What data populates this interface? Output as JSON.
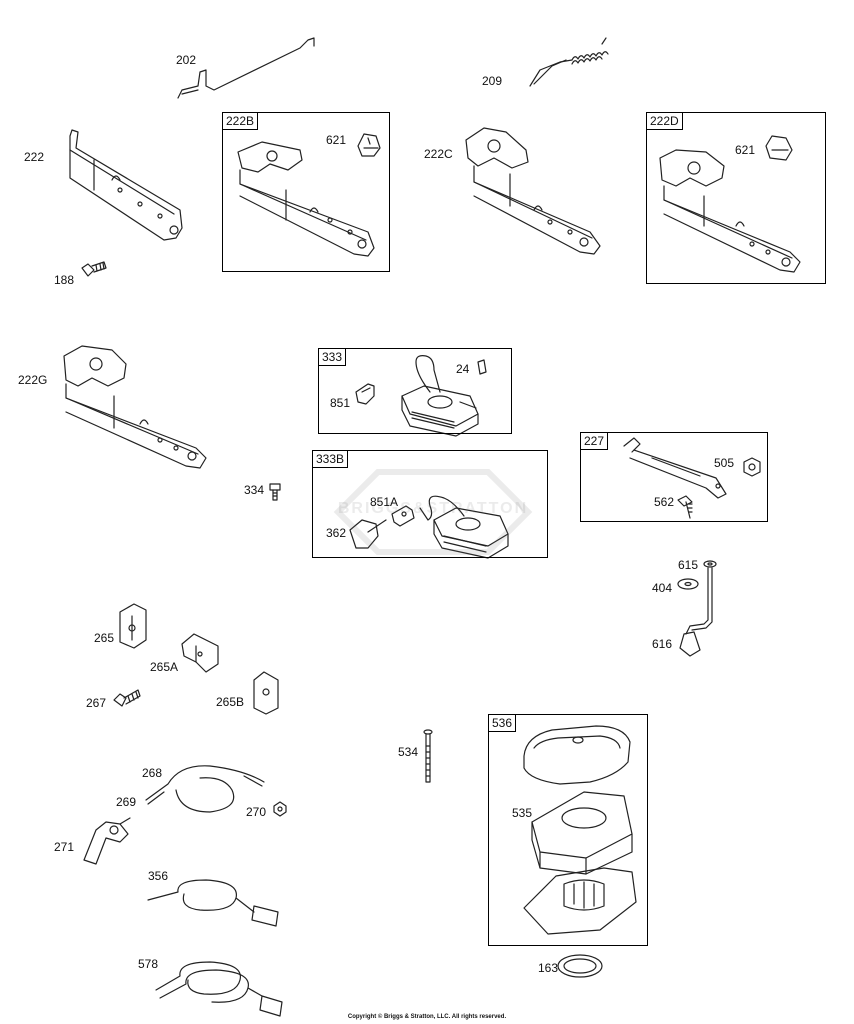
{
  "groups": {
    "g222B": "222B",
    "g222D": "222D",
    "g333": "333",
    "g333B": "333B",
    "g227": "227",
    "g536": "536"
  },
  "parts": {
    "p202": "202",
    "p209": "209",
    "p222": "222",
    "p621a": "621",
    "p222C": "222C",
    "p621b": "621",
    "p188": "188",
    "p222G": "222G",
    "p24": "24",
    "p851": "851",
    "p334": "334",
    "p851A": "851A",
    "p362": "362",
    "p505": "505",
    "p562": "562",
    "p615": "615",
    "p404": "404",
    "p616": "616",
    "p265": "265",
    "p265A": "265A",
    "p267": "267",
    "p265B": "265B",
    "p534": "534",
    "p535": "535",
    "p268": "268",
    "p269": "269",
    "p270": "270",
    "p271": "271",
    "p356": "356",
    "p578": "578",
    "p163": "163"
  },
  "watermark": "BRIGGS&STRATTON",
  "copyright": "Copyright © Briggs & Stratton, LLC. All rights reserved."
}
